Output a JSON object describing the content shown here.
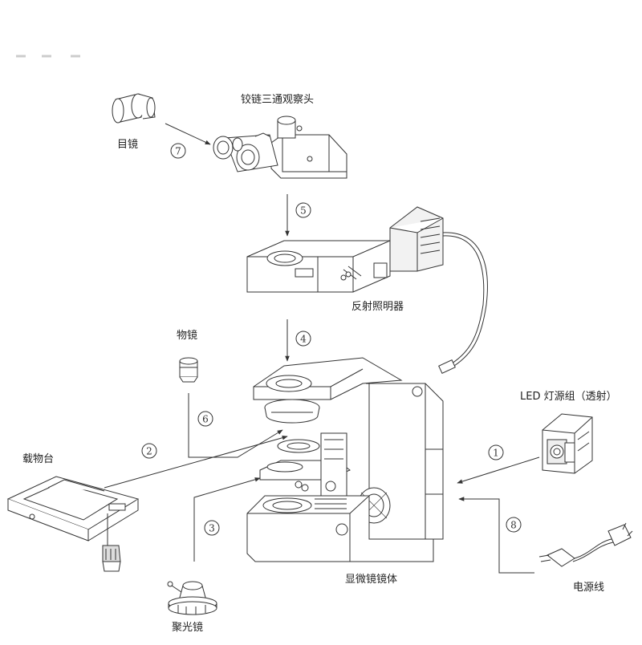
{
  "labels": {
    "eyepiece": "目镜",
    "hinged_head": "铰链三通观察头",
    "reflect_illuminator": "反射照明器",
    "objective": "物镜",
    "led_group": "LED 灯源组（透射）",
    "stage": "载物台",
    "condenser": "聚光镜",
    "body": "显微镜镜体",
    "power_cord": "电源线"
  },
  "steps": {
    "s1": "1",
    "s2": "2",
    "s3": "3",
    "s4": "4",
    "s5": "5",
    "s6": "6",
    "s7": "7",
    "s8": "8"
  },
  "colors": {
    "line": "#333333",
    "fill": "#ffffff",
    "shade": "#e9e9e9"
  }
}
